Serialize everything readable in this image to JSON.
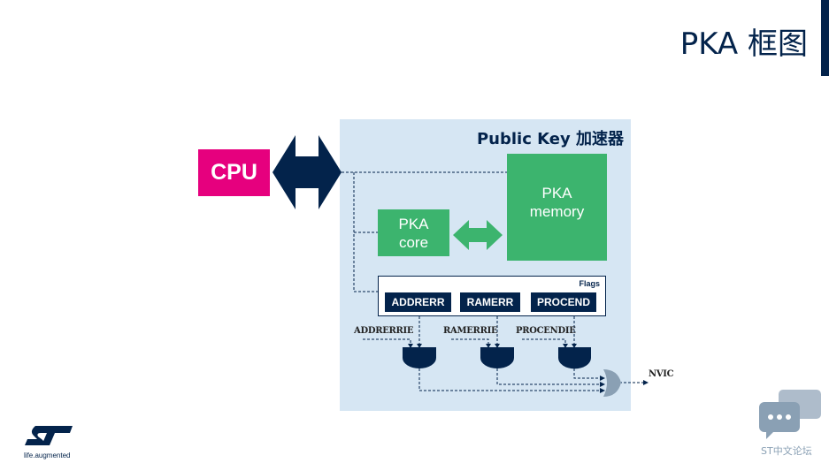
{
  "slide": {
    "title": "PKA 框图"
  },
  "diagram": {
    "accelerator_title": "Public Key 加速器",
    "cpu_label": "CPU",
    "pka_memory_label": "PKA\nmemory",
    "pka_core_label": "PKA\ncore",
    "flags_label": "Flags",
    "flags": [
      "ADDRERR",
      "RAMERR",
      "PROCEND"
    ],
    "interrupt_enables": [
      "ADDRERRIE",
      "RAMERRIE",
      "PROCENDIE"
    ],
    "output_label": "NVIC",
    "colors": {
      "navy": "#03234b",
      "pink": "#e6007e",
      "green": "#3cb46e",
      "light_blue": "#d6e6f3",
      "gate_gray": "#8aa0b4"
    }
  },
  "footer": {
    "tagline": "life.augmented",
    "forum": "ST中文论坛"
  }
}
